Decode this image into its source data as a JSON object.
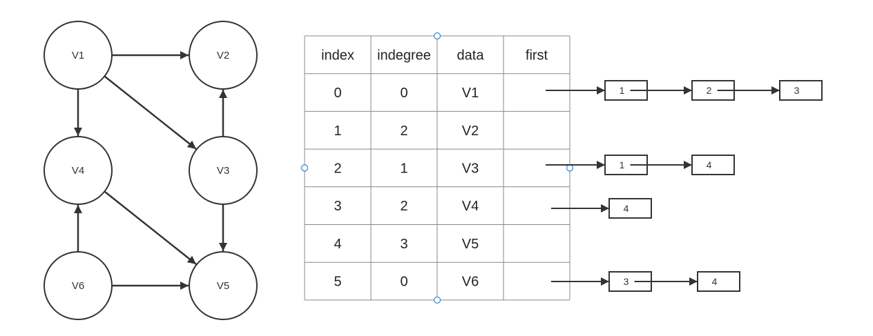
{
  "graph": {
    "nodes": [
      {
        "id": "V1",
        "label": "V1"
      },
      {
        "id": "V2",
        "label": "V2"
      },
      {
        "id": "V3",
        "label": "V3"
      },
      {
        "id": "V4",
        "label": "V4"
      },
      {
        "id": "V5",
        "label": "V5"
      },
      {
        "id": "V6",
        "label": "V6"
      }
    ],
    "edges": [
      {
        "from": "V1",
        "to": "V2"
      },
      {
        "from": "V1",
        "to": "V3"
      },
      {
        "from": "V1",
        "to": "V4"
      },
      {
        "from": "V3",
        "to": "V2"
      },
      {
        "from": "V3",
        "to": "V5"
      },
      {
        "from": "V4",
        "to": "V5"
      },
      {
        "from": "V6",
        "to": "V4"
      },
      {
        "from": "V6",
        "to": "V5"
      }
    ]
  },
  "table": {
    "headers": [
      "index",
      "indegree",
      "data",
      "first"
    ],
    "rows": [
      {
        "index": "0",
        "indegree": "0",
        "data": "V1",
        "first": ""
      },
      {
        "index": "1",
        "indegree": "2",
        "data": "V2",
        "first": ""
      },
      {
        "index": "2",
        "indegree": "1",
        "data": "V3",
        "first": ""
      },
      {
        "index": "3",
        "indegree": "2",
        "data": "V4",
        "first": ""
      },
      {
        "index": "4",
        "indegree": "3",
        "data": "V5",
        "first": ""
      },
      {
        "index": "5",
        "indegree": "0",
        "data": "V6",
        "first": ""
      }
    ]
  },
  "adjacency_lists": [
    {
      "row": 0,
      "items": [
        "1",
        "2",
        "3"
      ]
    },
    {
      "row": 2,
      "items": [
        "1",
        "4"
      ]
    },
    {
      "row": 3,
      "items": [
        "4"
      ]
    },
    {
      "row": 5,
      "items": [
        "3",
        "4"
      ]
    }
  ],
  "colors": {
    "stroke": "#333333",
    "table_line": "#888888",
    "handle": "#3b8fd9"
  }
}
